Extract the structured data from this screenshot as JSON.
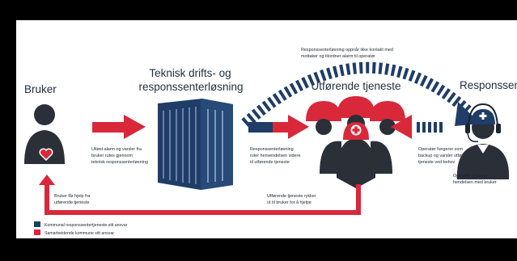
{
  "colors": {
    "navy": "#1f3d67",
    "red": "#d8283a",
    "dark": "#2a2f38",
    "frame": "#000000"
  },
  "headings": {
    "user": "Bruker",
    "tech_line1": "Teknisk drifts- og",
    "tech_line2": "responssenterløsning",
    "service": "Utførende tjeneste",
    "response": "Responssenter"
  },
  "notes": {
    "top_line1": "Responssenterløsning oppnår ikke kontakt med",
    "top_line2": "mottaker og tilordner alarm til operatør",
    "alarm_line1": "Utløst alarm og varsler fra",
    "alarm_line2": "bruker rutes gjennom",
    "alarm_line3": "teknisk responssenterløsning",
    "route_line1": "Responssenterløsning",
    "route_line2": "ruter henvendelsen videre",
    "route_line3": "til utførende tjeneste",
    "backup_line1": "Operatør fungerer som",
    "backup_line2": "backup og varsler utførende",
    "backup_line3": "tjeneste ved behov",
    "clarify_line1": "Operatør avklarer",
    "clarify_line2": "hendelsen med bruker",
    "dispatch_line1": "Utførende tjeneste rykker",
    "dispatch_line2": "ut til bruker for å hjelpe",
    "help_line1": "Bruker får hjelp fra",
    "help_line2": "utførende tjeneste"
  },
  "legend": {
    "item1": "Kommunal responssentertjeneste sitt ansvar",
    "item2": "Samarbeidende kommune sitt ansvar"
  },
  "icons": {
    "user": "person-heart-icon",
    "server": "server-rack-icon",
    "nurses": "nurses-group-icon",
    "operator": "operator-headset-icon"
  }
}
